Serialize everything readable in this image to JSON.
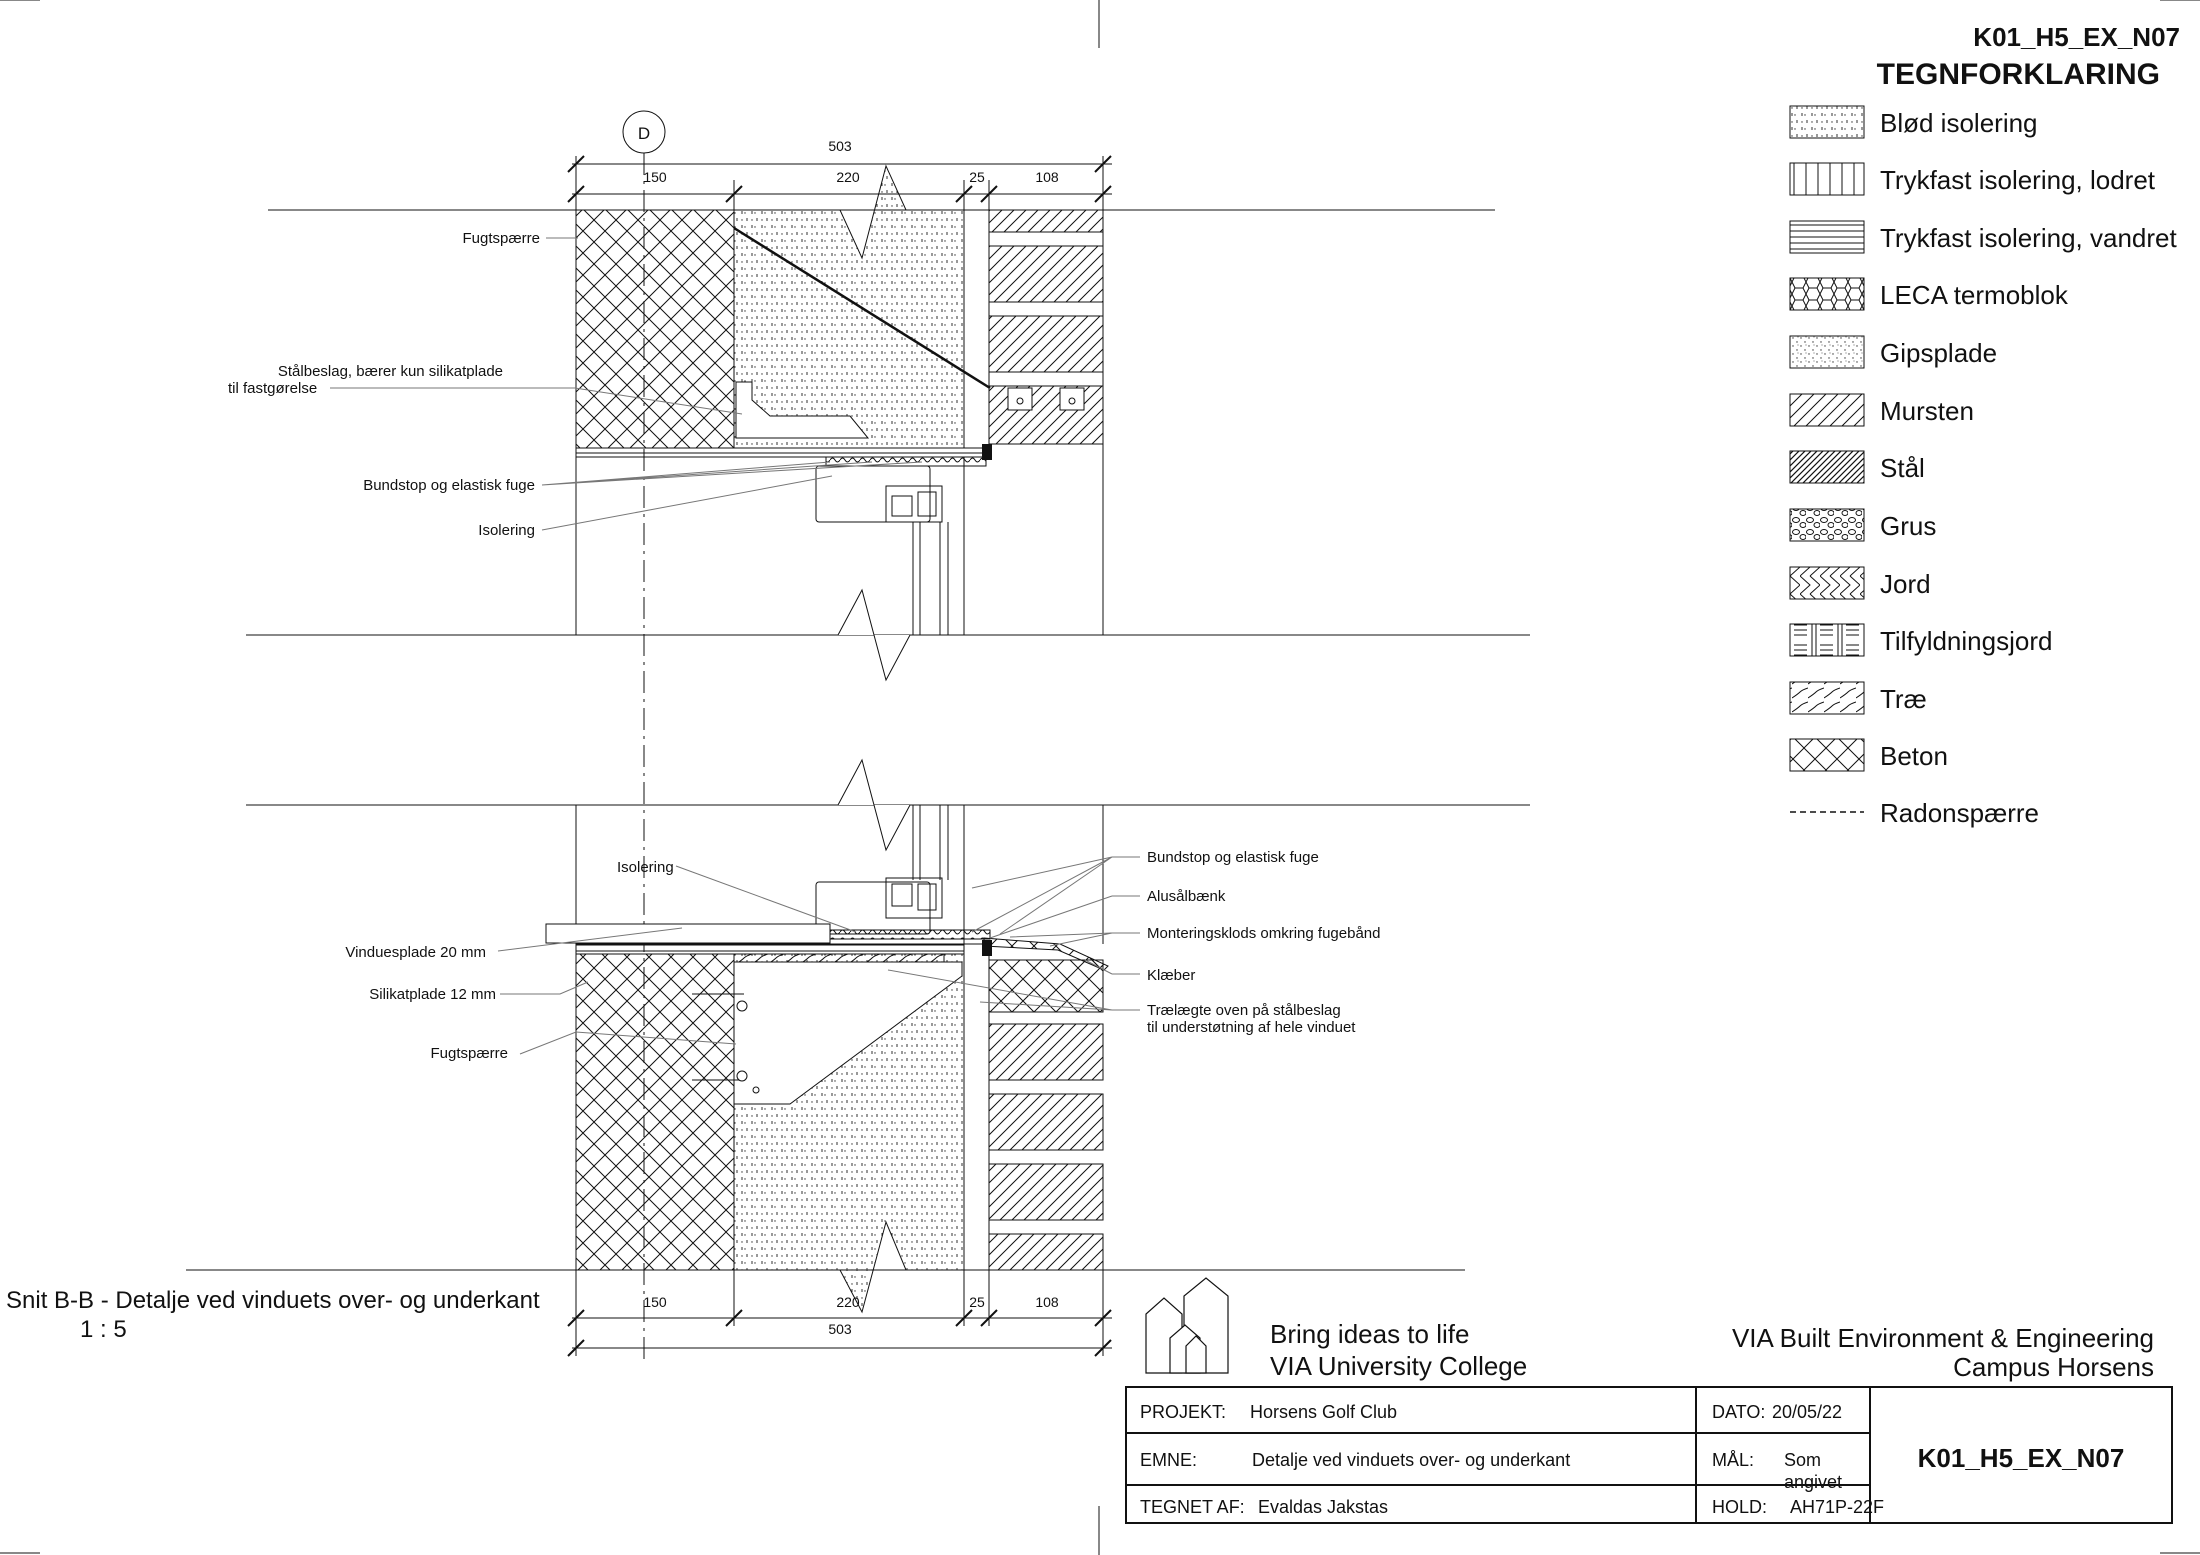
{
  "sheet": {
    "drawing_number": "K01_H5_EX_N07",
    "legend_title": "TEGNFORKLARING"
  },
  "legend": [
    {
      "id": "blod",
      "label": "Blød isolering"
    },
    {
      "id": "tryk-lod",
      "label": "Trykfast isolering, lodret"
    },
    {
      "id": "tryk-van",
      "label": "Trykfast isolering, vandret"
    },
    {
      "id": "leca",
      "label": "LECA termoblok"
    },
    {
      "id": "gips",
      "label": "Gipsplade"
    },
    {
      "id": "murs",
      "label": "Mursten"
    },
    {
      "id": "staal",
      "label": "Stål"
    },
    {
      "id": "grus",
      "label": "Grus"
    },
    {
      "id": "jord",
      "label": "Jord"
    },
    {
      "id": "tilf",
      "label": "Tilfyldningsjord"
    },
    {
      "id": "trae",
      "label": "Træ"
    },
    {
      "id": "beton",
      "label": "Beton"
    },
    {
      "id": "radon",
      "label": "Radonspærre"
    }
  ],
  "grid_marker": "D",
  "dimensions": {
    "total": "503",
    "segments": [
      "150",
      "220",
      "25",
      "108"
    ]
  },
  "labels_top": {
    "fugtspaerre": "Fugtspærre",
    "staalbeslag_1": "Stålbeslag, bærer kun silikatplade",
    "staalbeslag_2": "til fastgørelse",
    "bundstop": "Bundstop og elastisk fuge",
    "isolering": "Isolering"
  },
  "labels_bottom": {
    "isolering": "Isolering",
    "vinduesplade": "Vinduesplade 20 mm",
    "silikatplade": "Silikatplade 12 mm",
    "fugtspaerre": "Fugtspærre",
    "bundstop": "Bundstop og elastisk fuge",
    "alusaalbaenk": "Alusålbænk",
    "monteringsklods": "Monteringsklods omkring fugebånd",
    "klaeber": "Klæber",
    "traelaegte_1": "Trælægte oven på stålbeslag",
    "traelaegte_2": "til understøtning af hele vinduet"
  },
  "section_title": "Snit B-B - Detalje ved vinduets over- og underkant",
  "scale": "1 : 5",
  "branding": {
    "slogan": "Bring ideas to life",
    "college": "VIA University College",
    "school": "VIA Built Environment & Engineering",
    "campus": "Campus Horsens"
  },
  "title_block": {
    "projekt_label": "PROJEKT:",
    "projekt_value": "Horsens Golf Club",
    "emne_label": "EMNE:",
    "emne_value": "Detalje ved vinduets over- og underkant",
    "tegnet_label": "TEGNET AF:",
    "tegnet_value": "Evaldas Jakstas",
    "dato_label": "DATO:",
    "dato_value": "20/05/22",
    "maal_label": "MÅL:",
    "maal_value_1": "Som",
    "maal_value_2": "angivet",
    "hold_label": "HOLD:",
    "hold_value": "AH71P-22F",
    "drawing_number": "K01_H5_EX_N07"
  }
}
